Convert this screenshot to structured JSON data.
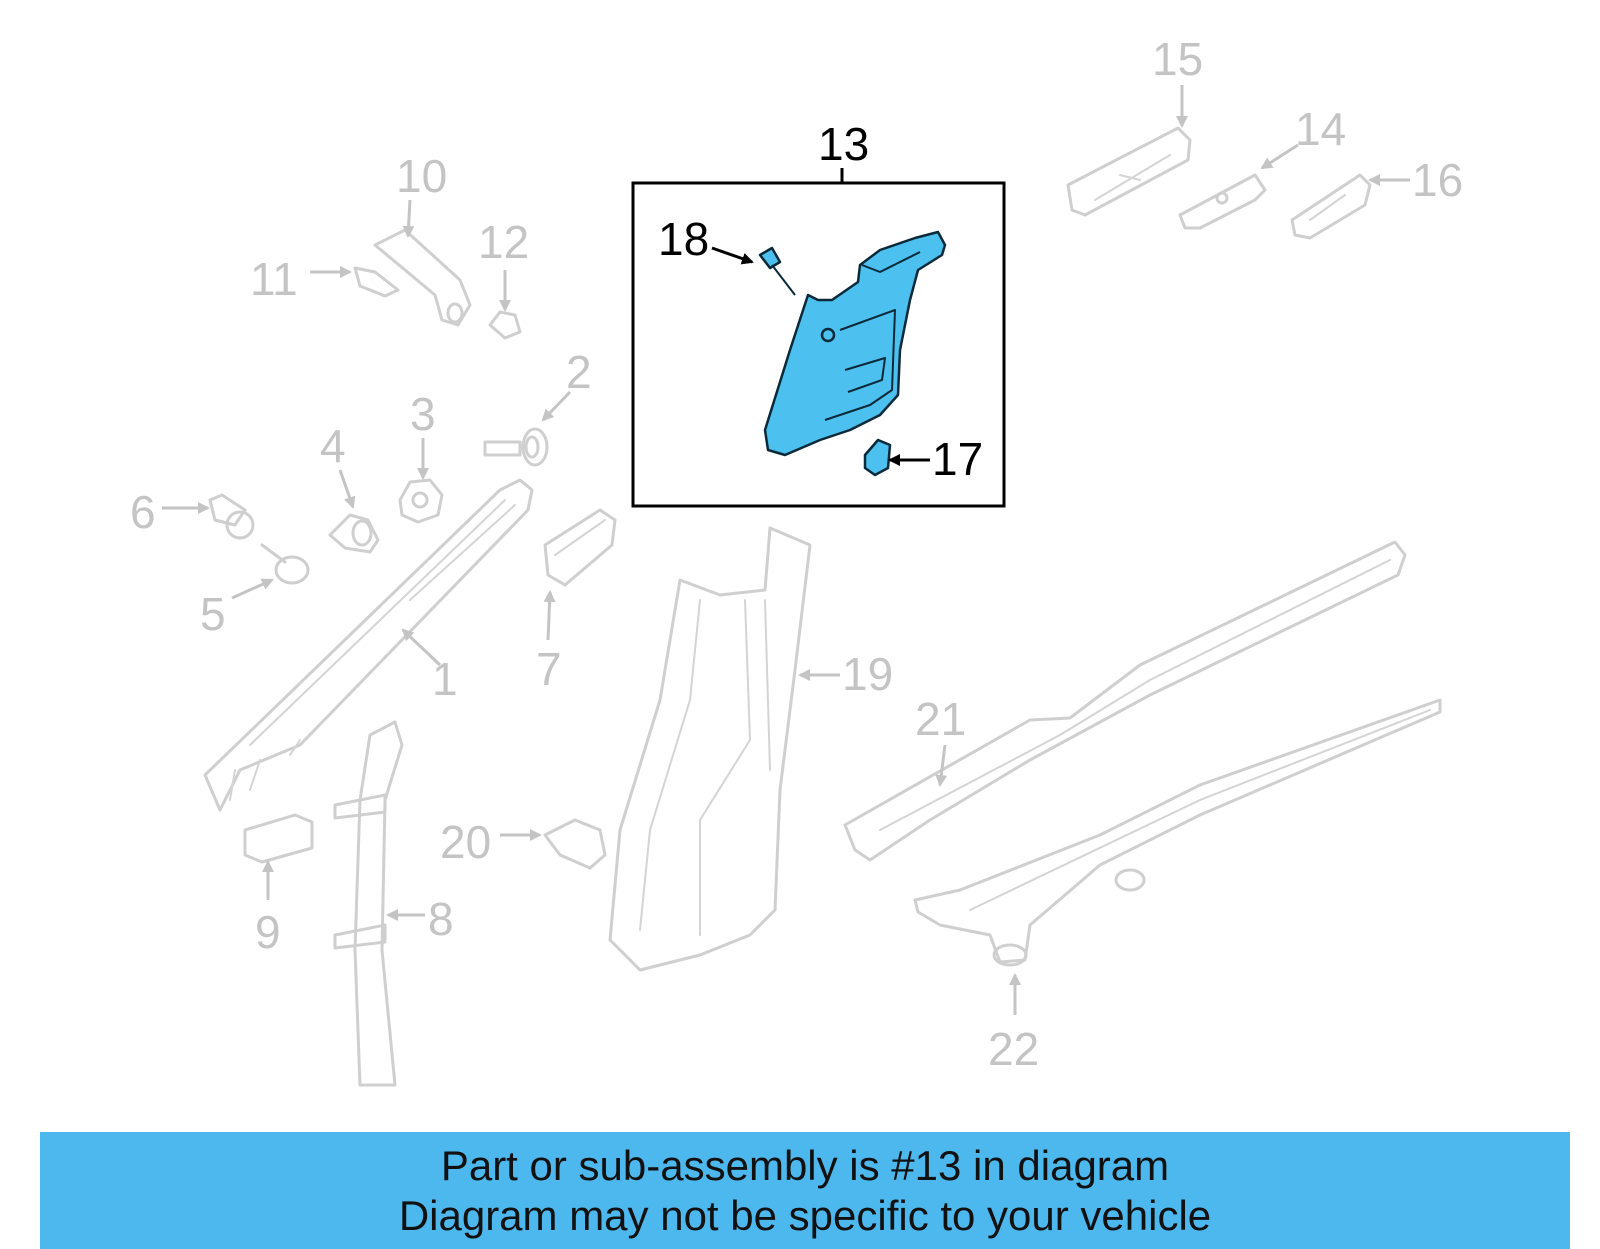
{
  "diagram": {
    "highlighted_callout": "13",
    "callouts": [
      "1",
      "2",
      "3",
      "4",
      "5",
      "6",
      "7",
      "8",
      "9",
      "10",
      "11",
      "12",
      "13",
      "14",
      "15",
      "16",
      "17",
      "18",
      "19",
      "20",
      "21",
      "22"
    ],
    "colors": {
      "highlight": "#4cc0ee",
      "ghost": "#cfcfcf",
      "banner": "#4cb8ee"
    }
  },
  "banner": {
    "line1": "Part or sub-assembly is #13 in diagram",
    "line2": "Diagram may not be specific to your vehicle"
  }
}
